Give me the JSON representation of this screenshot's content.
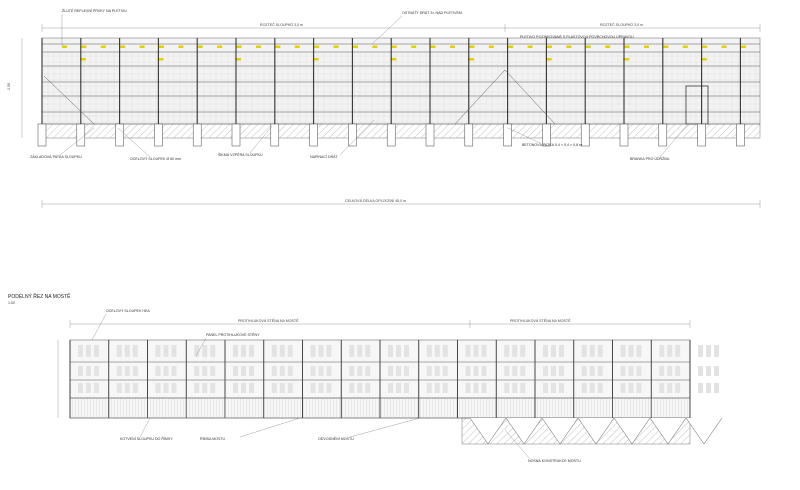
{
  "section_title": "PODÉLNÝ ŘEZ NA MOSTĚ",
  "section_scale": "1:50",
  "elevation": {
    "top_dimensions": [
      "ROZTEČ SLOUPKŮ 3,0 m",
      "ROZTEČ SLOUPKŮ 3,0 m"
    ],
    "overall_dimension": "CELKOVÁ DÉLKA OPLOCENÍ 45,0 m",
    "height_dimension": "2,50",
    "notes": [
      "ŽLUTÉ REFLEXNÍ PRVKY NA PLETIVU",
      "OSTNATÝ DRÁT 3× NAD PLETIVEM",
      "PLETIVO POZINKOVANÉ S PLASTOVOU POVRCHOVOU ÚPRAVOU",
      "ZÁKLADOVÁ PATKA SLOUPKU",
      "OCELOVÝ SLOUPEK Ø 60 mm",
      "ŠIKMÁ VZPĚRA SLOUPKU",
      "NAPÍNACÍ DRÁT",
      "BRANKA PRO ÚDRŽBU",
      "BETONOVÁ PATKA 0,4 × 0,4 × 0,8 m"
    ]
  },
  "section": {
    "top_dimensions": [
      "PROTIHLUKOVÁ STĚNA NA MOSTĚ",
      "PROTIHLUKOVÁ STĚNA NA MOSTĚ"
    ],
    "notes": [
      "OCELOVÝ SLOUPEK HEA",
      "PANEL PROTIHLUKOVÉ STĚNY",
      "KOTVENÍ SLOUPKU DO ŘÍMSY",
      "ŘÍMSA MOSTU",
      "ODVODNĚNÍ MOSTU",
      "NOSNÁ KONSTRUKCE MOSTU"
    ]
  }
}
